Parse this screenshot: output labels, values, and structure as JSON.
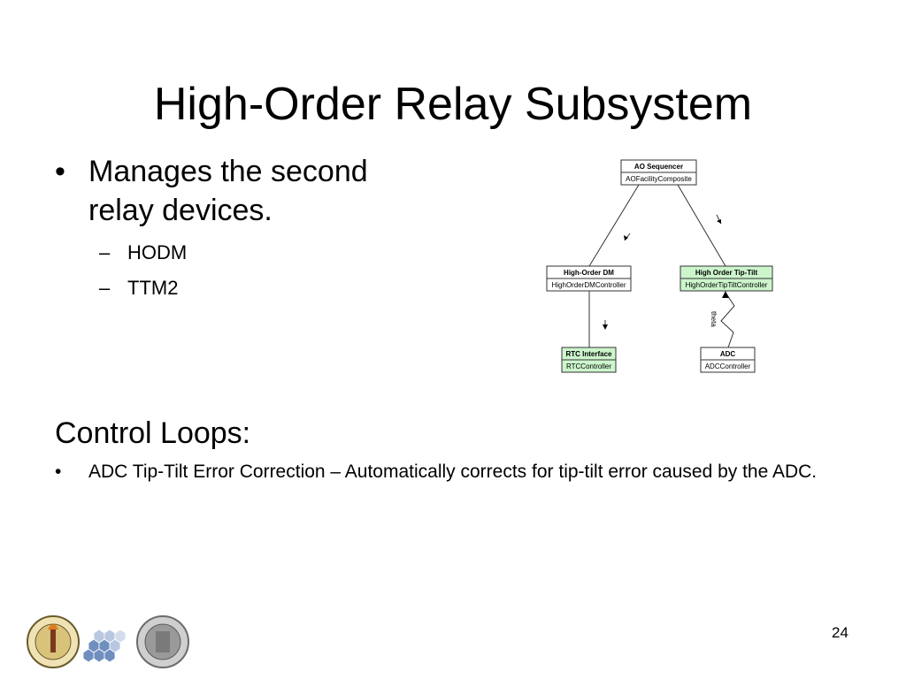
{
  "slide": {
    "title": "High-Order Relay Subsystem",
    "bullet_symbol": "•",
    "dash_symbol": "–",
    "main_bullet": {
      "line1": "Manages the second",
      "line2": "relay devices.",
      "sub_items": [
        "HODM",
        "TTM2"
      ]
    },
    "control_loops": {
      "heading": "Control Loops:",
      "items": [
        "ADC Tip-Tilt Error Correction – Automatically corrects for tip-tilt error caused by the ADC."
      ]
    },
    "page_number": "24"
  },
  "diagram": {
    "nodes": {
      "ao_sequencer": {
        "name": "AO Sequencer",
        "class": "AOFacilityComposite",
        "highlight": false
      },
      "high_order_dm": {
        "name": "High-Order DM",
        "class": "HighOrderDMController",
        "highlight": false
      },
      "high_order_tip_tilt": {
        "name": "High Order Tip-Tilt",
        "class": "HighOrderTipTiltController",
        "highlight": true
      },
      "rtc_interface": {
        "name": "RTC Interface",
        "class": "RTCController",
        "highlight": true
      },
      "adc": {
        "name": "ADC",
        "class": "ADCController",
        "highlight": false
      }
    },
    "edge_label": "theta",
    "highlight_color": "#ccf5cc"
  },
  "logos": [
    "caltech-seal-logo",
    "tmt-hexagon-logo",
    "uc-seal-logo"
  ]
}
